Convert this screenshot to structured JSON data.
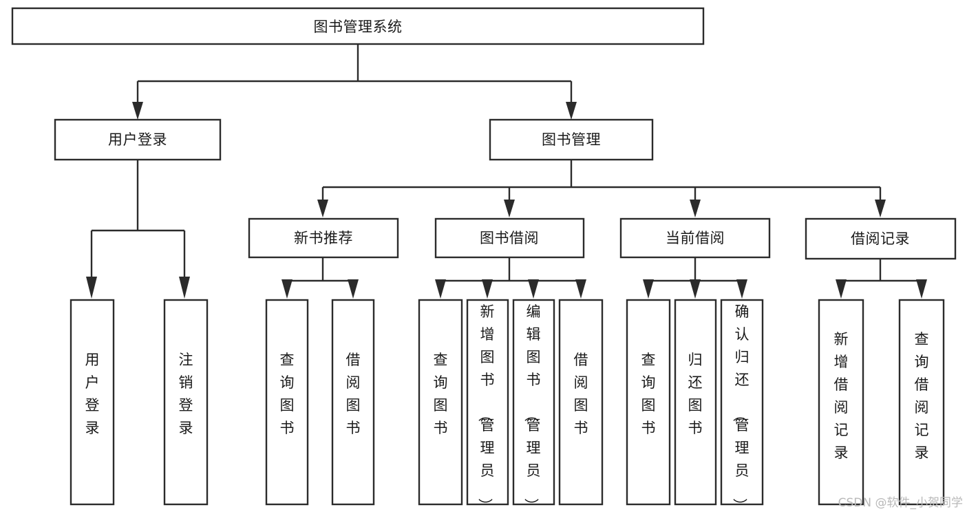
{
  "diagram": {
    "type": "tree-hierarchy",
    "title": "图书管理系统",
    "root": {
      "id": "root",
      "label": "图书管理系统",
      "orientation": "horizontal"
    },
    "level2": [
      {
        "id": "user-login",
        "label": "用户登录",
        "orientation": "horizontal"
      },
      {
        "id": "book-manage",
        "label": "图书管理",
        "orientation": "horizontal"
      }
    ],
    "level3": [
      {
        "id": "new-book-recommend",
        "label": "新书推荐",
        "parent": "book-manage",
        "orientation": "horizontal"
      },
      {
        "id": "book-borrow",
        "label": "图书借阅",
        "parent": "book-manage",
        "orientation": "horizontal"
      },
      {
        "id": "current-borrow",
        "label": "当前借阅",
        "parent": "book-manage",
        "orientation": "horizontal"
      },
      {
        "id": "borrow-record",
        "label": "借阅记录",
        "parent": "book-manage",
        "orientation": "horizontal"
      }
    ],
    "leaves": [
      {
        "id": "leaf-user-login",
        "label": "用户登录",
        "parent": "user-login",
        "orientation": "vertical"
      },
      {
        "id": "leaf-user-logout",
        "label": "注销登录",
        "parent": "user-login",
        "orientation": "vertical"
      },
      {
        "id": "leaf-query-book-1",
        "label": "查询图书",
        "parent": "new-book-recommend",
        "orientation": "vertical"
      },
      {
        "id": "leaf-borrow-book-1",
        "label": "借阅图书",
        "parent": "new-book-recommend",
        "orientation": "vertical"
      },
      {
        "id": "leaf-query-book-2",
        "label": "查询图书",
        "parent": "book-borrow",
        "orientation": "vertical"
      },
      {
        "id": "leaf-add-book",
        "label": "新增图书（管理员）",
        "parent": "book-borrow",
        "orientation": "vertical"
      },
      {
        "id": "leaf-edit-book",
        "label": "编辑图书（管理员）",
        "parent": "book-borrow",
        "orientation": "vertical"
      },
      {
        "id": "leaf-borrow-book-2",
        "label": "借阅图书",
        "parent": "book-borrow",
        "orientation": "vertical"
      },
      {
        "id": "leaf-query-book-3",
        "label": "查询图书",
        "parent": "current-borrow",
        "orientation": "vertical"
      },
      {
        "id": "leaf-return-book",
        "label": "归还图书",
        "parent": "current-borrow",
        "orientation": "vertical"
      },
      {
        "id": "leaf-confirm-return",
        "label": "确认归还（管理员）",
        "parent": "current-borrow",
        "orientation": "vertical"
      },
      {
        "id": "leaf-add-record",
        "label": "新增借阅记录",
        "parent": "borrow-record",
        "orientation": "vertical"
      },
      {
        "id": "leaf-query-record",
        "label": "查询借阅记录",
        "parent": "borrow-record",
        "orientation": "vertical"
      }
    ],
    "colors": {
      "stroke": "#2b2b2b",
      "fill": "#ffffff",
      "text": "#1a1a1a",
      "background": "#ffffff",
      "watermark": "#b9b9b9"
    }
  },
  "watermark": {
    "text": "CSDN @软件_小贺同学"
  }
}
